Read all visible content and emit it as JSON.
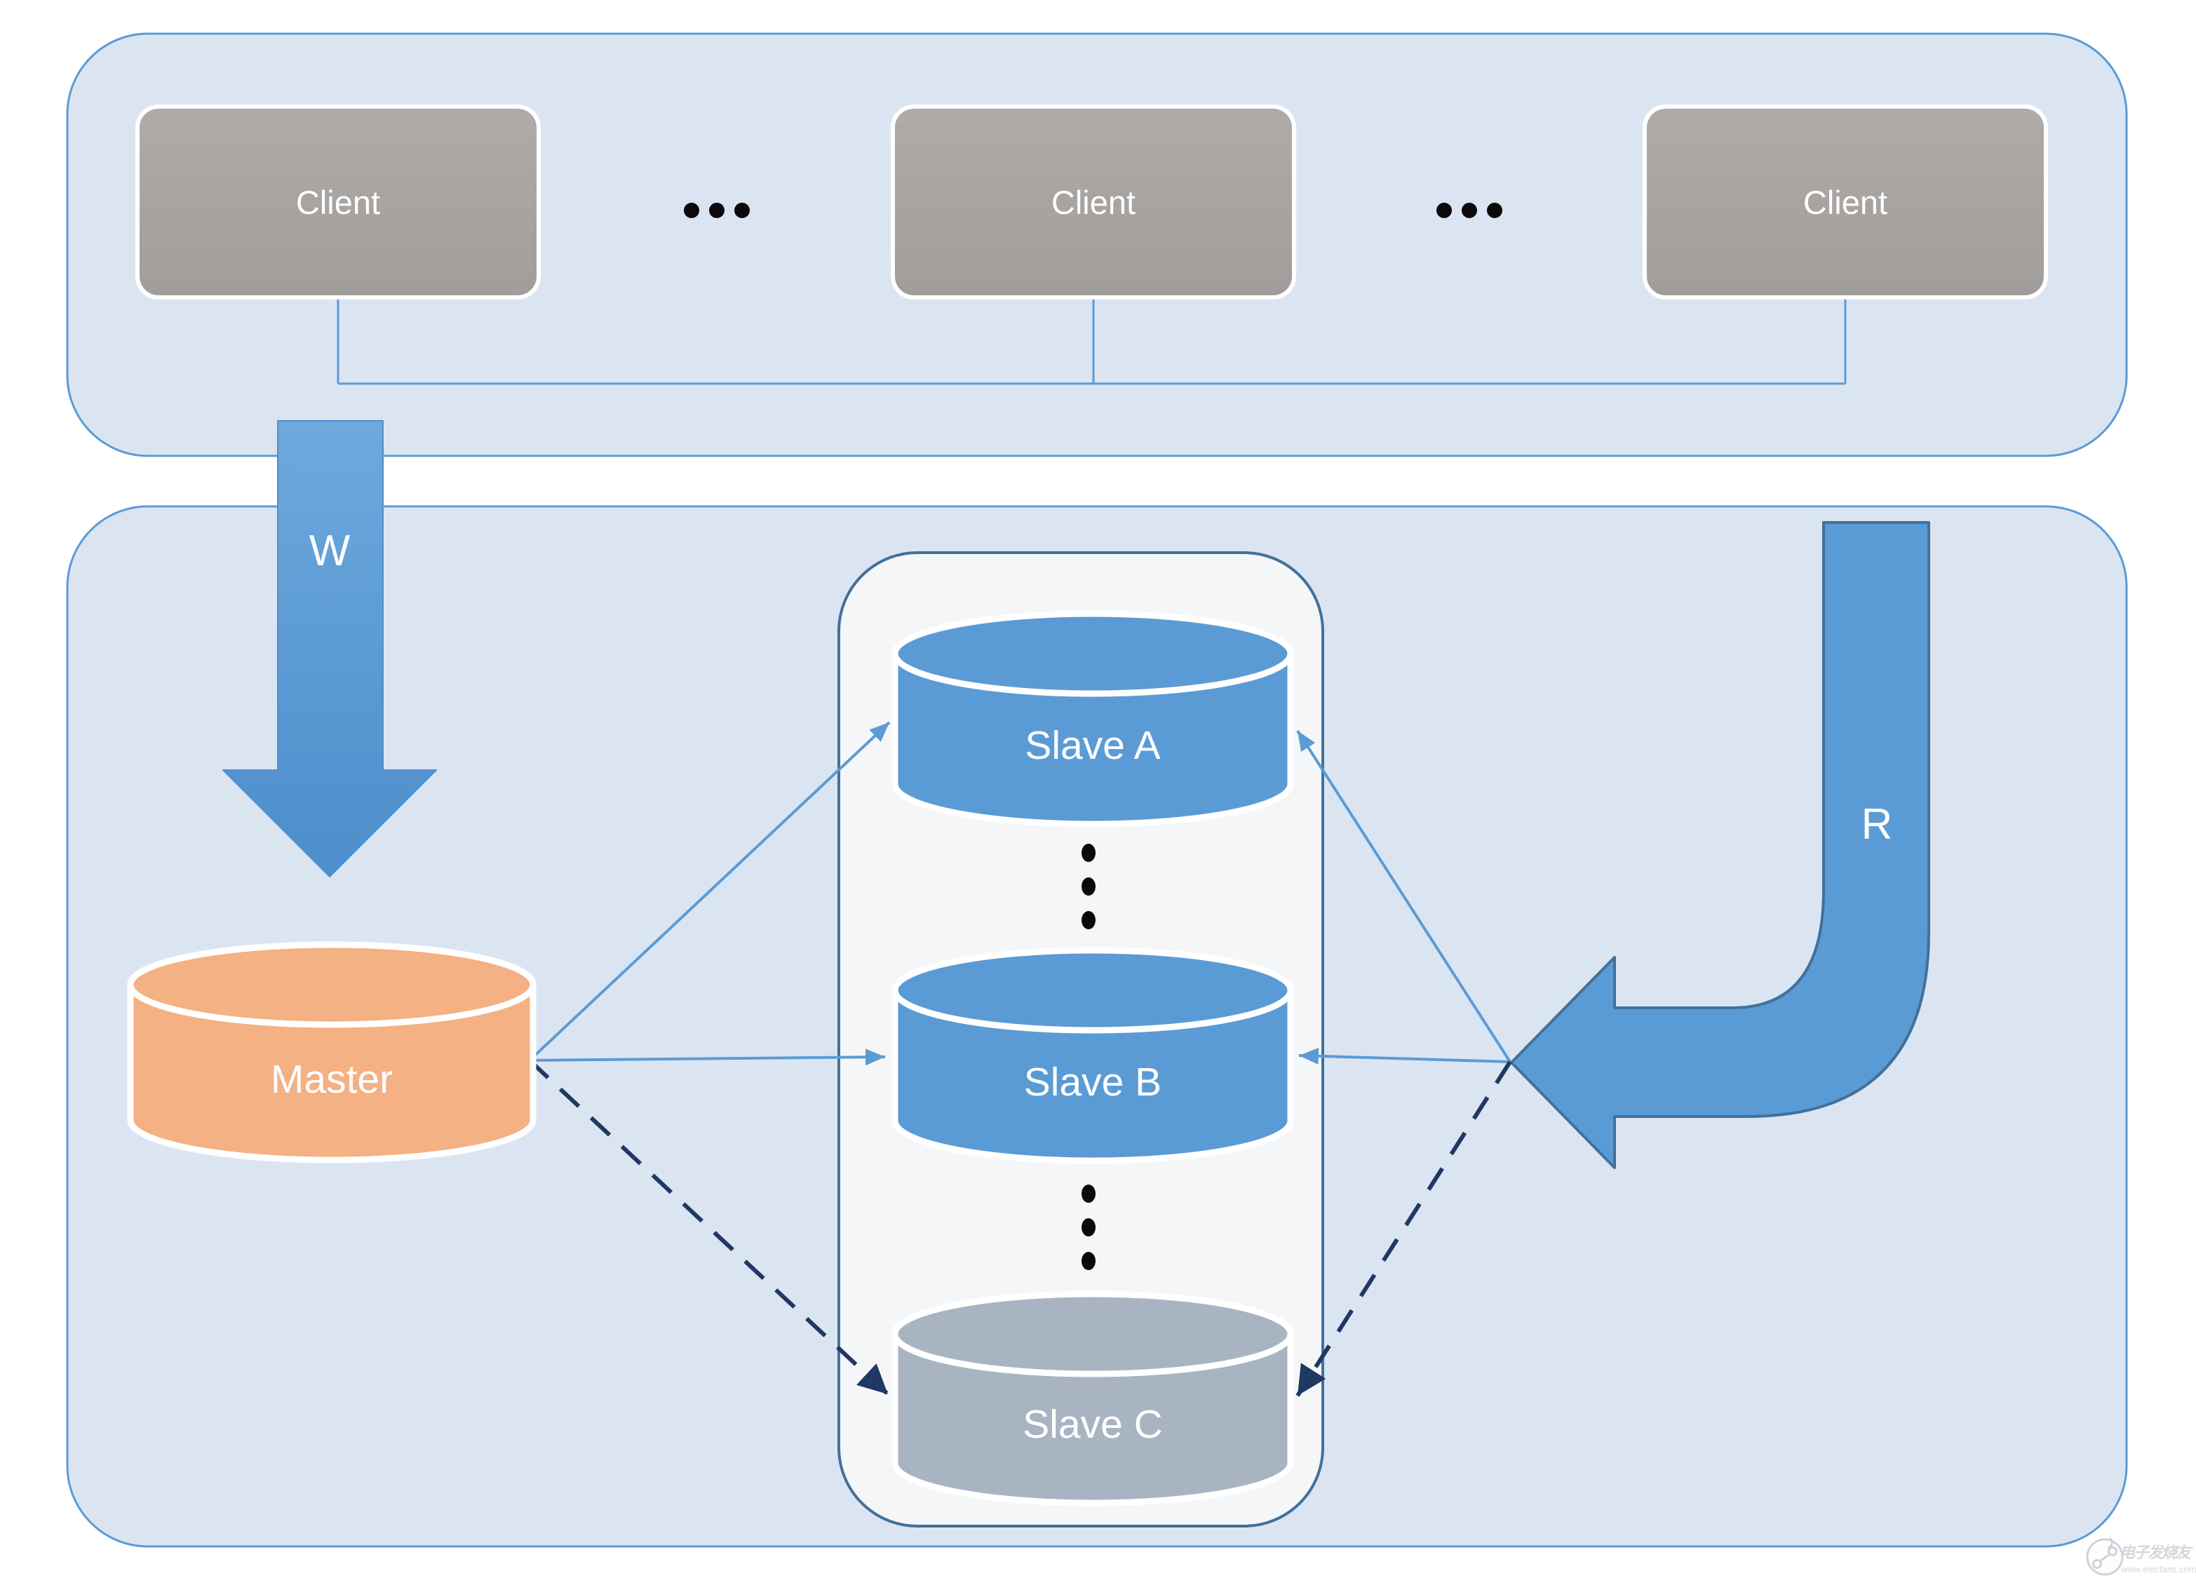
{
  "diagram": {
    "clients": [
      "Client",
      "Client",
      "Client"
    ],
    "write_label": "W",
    "read_label": "R",
    "master_label": "Master",
    "slave_labels": [
      "Slave A",
      "Slave B",
      "Slave C"
    ]
  },
  "watermark": {
    "brand": "电子发烧友",
    "url": "www.elecfans.com"
  },
  "colors": {
    "container_fill": "#dbe5f2",
    "container_border": "#5b9bd5",
    "client_fill": "#a6a6a6",
    "inner_container_fill": "#f5f6f7",
    "inner_container_border": "#41719c",
    "solid_arrow_blue": "#5b9bd5",
    "dashed_arrow_navy": "#1f3864",
    "big_arrow_fill": "#5b9bd5",
    "big_arrow_border": "#41719c",
    "master_fill": "#f4b183",
    "slave_fill": "#5b9bd5",
    "slave_offline_fill": "#a9b4c3",
    "dots_black": "#0a0a0a"
  }
}
